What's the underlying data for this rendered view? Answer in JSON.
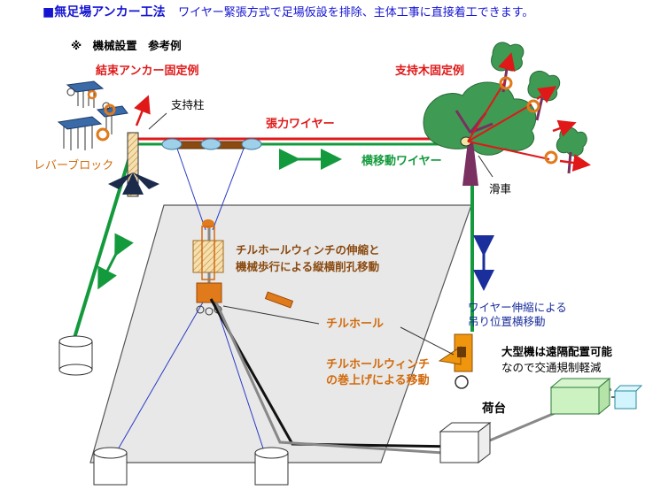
{
  "header": {
    "title": "■無足場アンカー工法",
    "subtitle": "ワイヤー緊張方式で足場仮設を排除、主体工事に直接着工できます。"
  },
  "reference": "※　機械設置　参考例",
  "labels": {
    "bound_anchor": "結束アンカー固定例",
    "support_post": "支持柱",
    "tension_wire": "張力ワイヤー",
    "lever_block": "レバーブロック",
    "support_tree": "支持木固定例",
    "traverse_wire": "横移動ワイヤー",
    "pulley": "滑車",
    "winch_line1": "チルホールウィンチの伸縮と",
    "winch_line2": "機械歩行による縦横削孔移動",
    "chilhoist": "チルホール",
    "hoist_line1": "ワイヤー伸縮による",
    "hoist_line2": "吊り位置横移動",
    "large_line1": "大型機は遠隔配置可能",
    "large_line2": "なので交通規制軽減",
    "windup_line1": "チルホールウィンチ",
    "windup_line2": "の巻上げによる移動",
    "cargo": "荷台"
  },
  "colors": {
    "title_blue": "#1414d2",
    "label_red": "#e01818",
    "wire_green": "#139a3c",
    "lever_orange": "#d16a0c",
    "winch_brown": "#8a4a10",
    "arrow_blue": "#1a2e9c",
    "tree_green": "#3f9a54",
    "slope_gray": "#e8e8e8"
  }
}
